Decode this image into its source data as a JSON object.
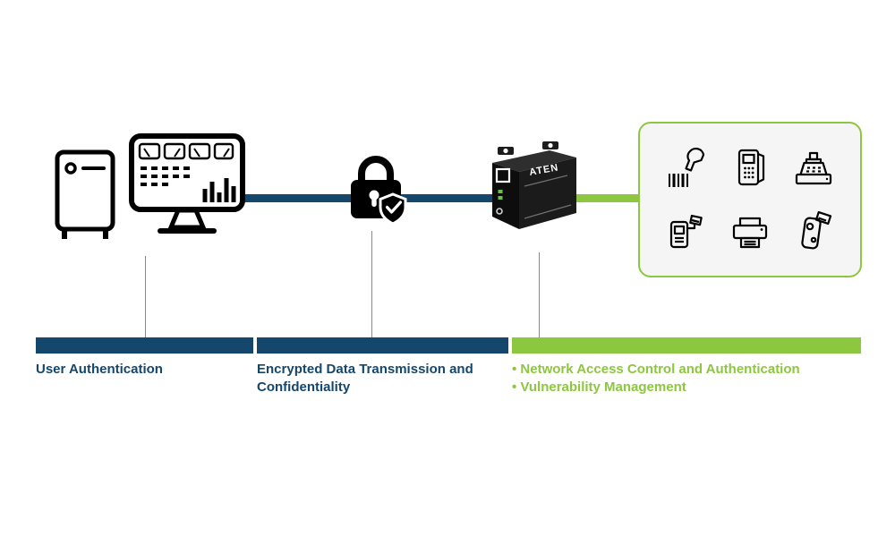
{
  "colors": {
    "navy": "#15466B",
    "green": "#8DC63F",
    "panel_bg": "#F5F5F5"
  },
  "device": {
    "brand": "ATEN"
  },
  "nodes": [
    "server-tower",
    "monitoring-dashboard-monitor",
    "encryption-lock-shield",
    "secure-device-server",
    "connected-endpoint-devices"
  ],
  "terminal_icons": [
    "barcode-scanner",
    "payment-terminal",
    "cash-register",
    "handheld-terminal",
    "printer",
    "door-lock"
  ],
  "legend": {
    "bar1": {
      "label": "User Authentication"
    },
    "bar2": {
      "label": "Encrypted Data Transmission and Confidentiality"
    },
    "bar3": {
      "items": [
        "• Network Access Control and  Authentication",
        "• Vulnerability Management"
      ]
    }
  }
}
